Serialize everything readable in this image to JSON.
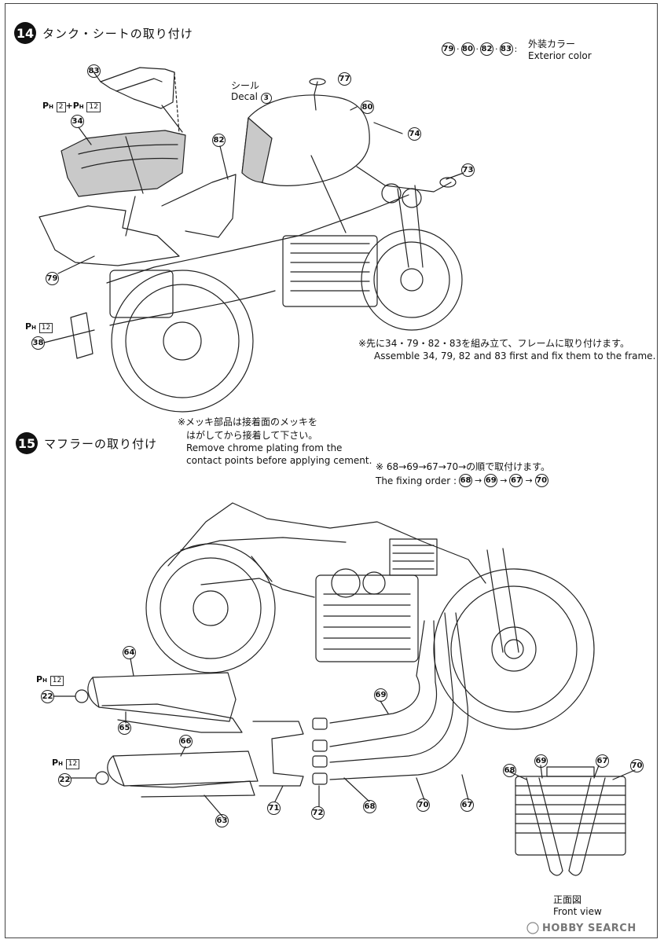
{
  "step14": {
    "number": "14",
    "title": "タンク・シートの取り付け",
    "exterior_jp": "外装カラー",
    "exterior_en": "Exterior color",
    "exterior_parts": [
      "79",
      "80",
      "82",
      "83"
    ],
    "decal_jp": "シール",
    "decal_en": "Decal",
    "decal_no": "3",
    "note_jp": "※先に34・79・82・83を組み立て、フレームに取り付けます。",
    "note_en": "Assemble 34, 79, 82 and 83 first and fix them to the frame.",
    "ph_a": "2",
    "ph_b": "12",
    "ph_c": "12",
    "callouts": [
      "83",
      "34",
      "82",
      "79",
      "38",
      "77",
      "80",
      "74",
      "73"
    ]
  },
  "step15": {
    "number": "15",
    "title": "マフラーの取り付け",
    "chrome_jp_1": "※メッキ部品は接着面のメッキを",
    "chrome_jp_2": "はがしてから接着して下さい。",
    "chrome_en_1": "Remove chrome plating from the",
    "chrome_en_2": "contact points before applying cement.",
    "order_jp": "※ 68→69→67→70→の順で取付けます。",
    "order_en": "The fixing order :",
    "order_parts": [
      "68",
      "69",
      "67",
      "70"
    ],
    "ph_a": "12",
    "ph_b": "12",
    "callouts": [
      "64",
      "22",
      "65",
      "66",
      "22",
      "63",
      "71",
      "72",
      "68",
      "70",
      "67",
      "69"
    ],
    "front_jp": "正面図",
    "front_en": "Front view",
    "front_callouts": [
      "68",
      "69",
      "67",
      "70"
    ]
  },
  "watermark": "HOBBY SEARCH"
}
